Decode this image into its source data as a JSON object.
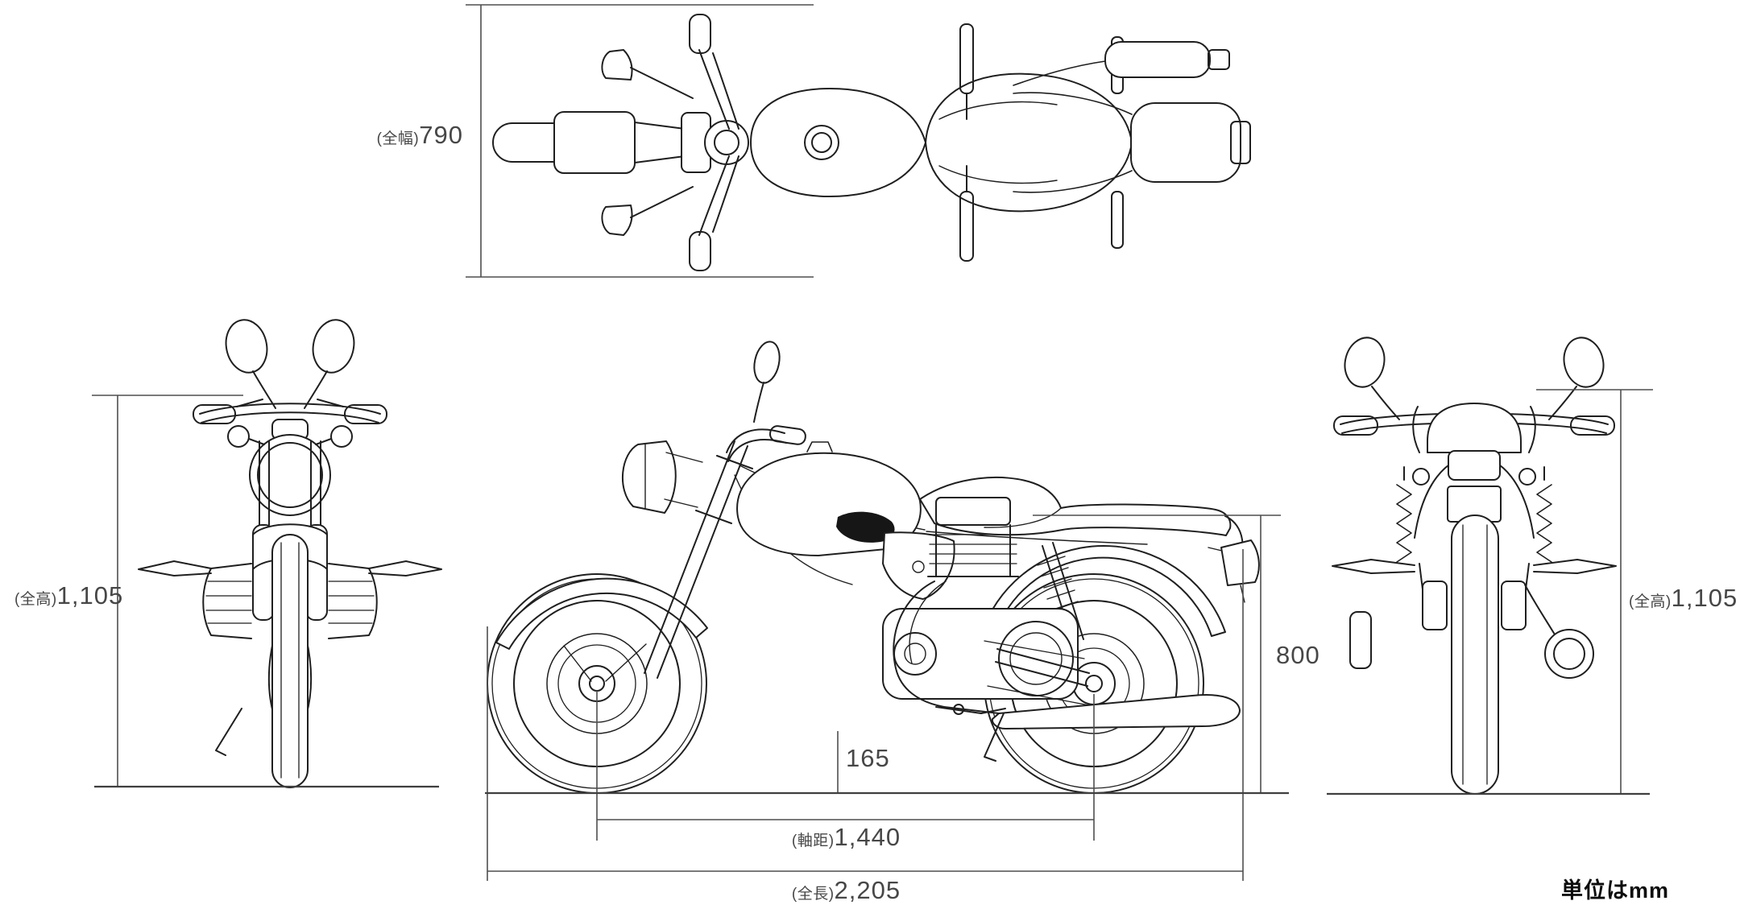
{
  "page": {
    "background": "#ffffff",
    "unit_note": "単位はmm"
  },
  "style": {
    "drawing_line_color": "#1f1f1f",
    "dimension_line_color": "#4f4f4f",
    "ground_line_color": "#3f3f3f",
    "label_color": "#474747",
    "note_color": "#0c0c0c"
  },
  "dimensions": {
    "overall_width": {
      "prefix": "(全幅)",
      "value": "790"
    },
    "overall_height_front": {
      "prefix": "(全高)",
      "value": "1,105"
    },
    "overall_height_rear": {
      "prefix": "(全高)",
      "value": "1,105"
    },
    "seat_height": {
      "value": "800"
    },
    "ground_clearance": {
      "value": "165"
    },
    "wheelbase": {
      "prefix": "(軸距)",
      "value": "1,440"
    },
    "overall_length": {
      "prefix": "(全長)",
      "value": "2,205"
    }
  }
}
